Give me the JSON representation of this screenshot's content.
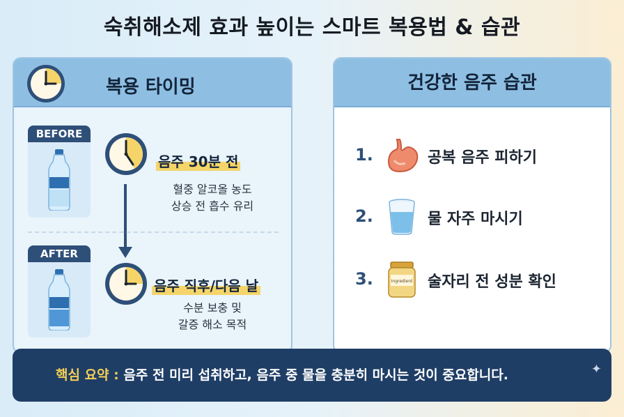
{
  "title": "숙취해소제 효과 높이는 스마트 복용법 & 습관",
  "timing": {
    "heading": "복용 타이밍",
    "before": {
      "tag": "BEFORE",
      "label": "음주 30분 전",
      "desc_line1": "혈중 알코올 농도",
      "desc_line2": "상승 전 흡수 유리"
    },
    "after": {
      "tag": "AFTER",
      "label": "음주 직후/다음 날",
      "desc_line1": "수분 보충 및",
      "desc_line2": "갈증 해소 목적"
    }
  },
  "habits": {
    "heading": "건강한 음주 습관",
    "items": [
      {
        "num": "1.",
        "text": "공복 음주 피하기",
        "icon": "stomach-icon"
      },
      {
        "num": "2.",
        "text": "물 자주 마시기",
        "icon": "water-glass-icon"
      },
      {
        "num": "3.",
        "text": "술자리 전 성분 확인",
        "icon": "ingredient-jar-icon",
        "icon_label": "Ingredient"
      }
    ]
  },
  "summary": {
    "key": "핵심 요약 :",
    "text": "음주 전 미리 섭취하고, 음주 중 물을 충분히 마시는 것이 중요합니다."
  },
  "colors": {
    "navy": "#1f3e66",
    "header_blue": "#8ebfe3",
    "highlight_yellow": "#f5d56a",
    "summary_key": "#f5cf55"
  }
}
